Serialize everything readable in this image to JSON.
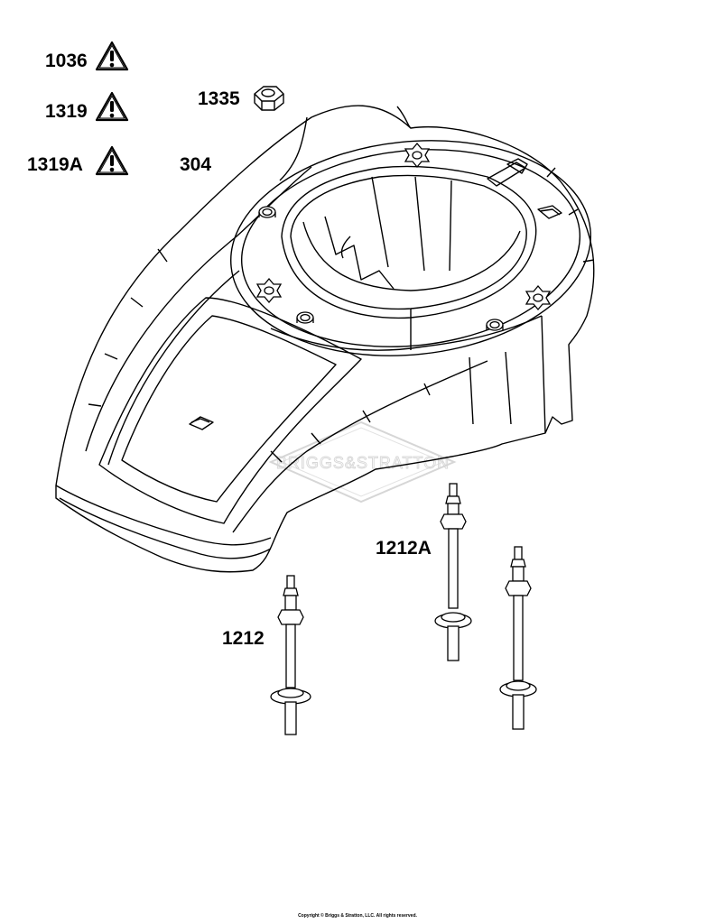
{
  "callouts": {
    "c1036": "1036",
    "c1319": "1319",
    "c1319a": "1319A",
    "c1335": "1335",
    "c304": "304",
    "c1212a": "1212A",
    "c1212": "1212"
  },
  "watermark": "BRIGGS&STRATTON",
  "copyright": "Copyright © Briggs & Stratton, LLC. All rights reserved.",
  "icons": [
    "warning-triangle-icon",
    "nut-icon"
  ],
  "colors": {
    "line": "#000000",
    "watermark": "#d6d6d6",
    "background": "#ffffff"
  }
}
